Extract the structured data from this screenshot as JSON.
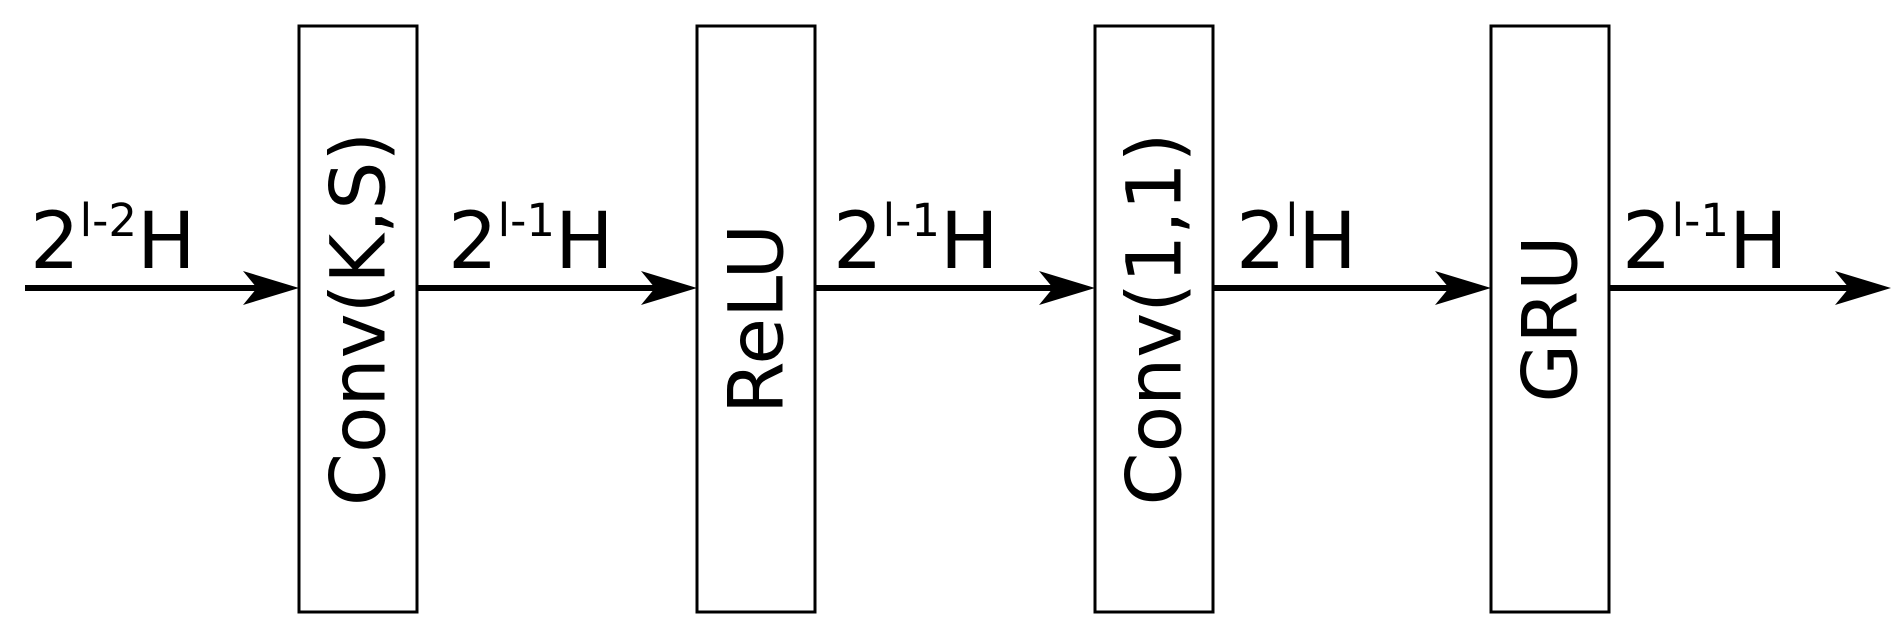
{
  "blocks": [
    {
      "id": "conv-ks",
      "label": "Conv(K,S)"
    },
    {
      "id": "relu",
      "label": "ReLU"
    },
    {
      "id": "conv-11",
      "label": "Conv(1,1)"
    },
    {
      "id": "gru",
      "label": "GRU"
    }
  ],
  "edges": [
    {
      "from": "input",
      "to": "conv-ks",
      "base": "2",
      "exponent": "l-2",
      "suffix": "H"
    },
    {
      "from": "conv-ks",
      "to": "relu",
      "base": "2",
      "exponent": "l-1",
      "suffix": "H"
    },
    {
      "from": "relu",
      "to": "conv-11",
      "base": "2",
      "exponent": "l-1",
      "suffix": "H"
    },
    {
      "from": "conv-11",
      "to": "gru",
      "base": "2",
      "exponent": "l",
      "suffix": "H"
    },
    {
      "from": "gru",
      "to": "output",
      "base": "2",
      "exponent": "l-1",
      "suffix": "H"
    }
  ]
}
